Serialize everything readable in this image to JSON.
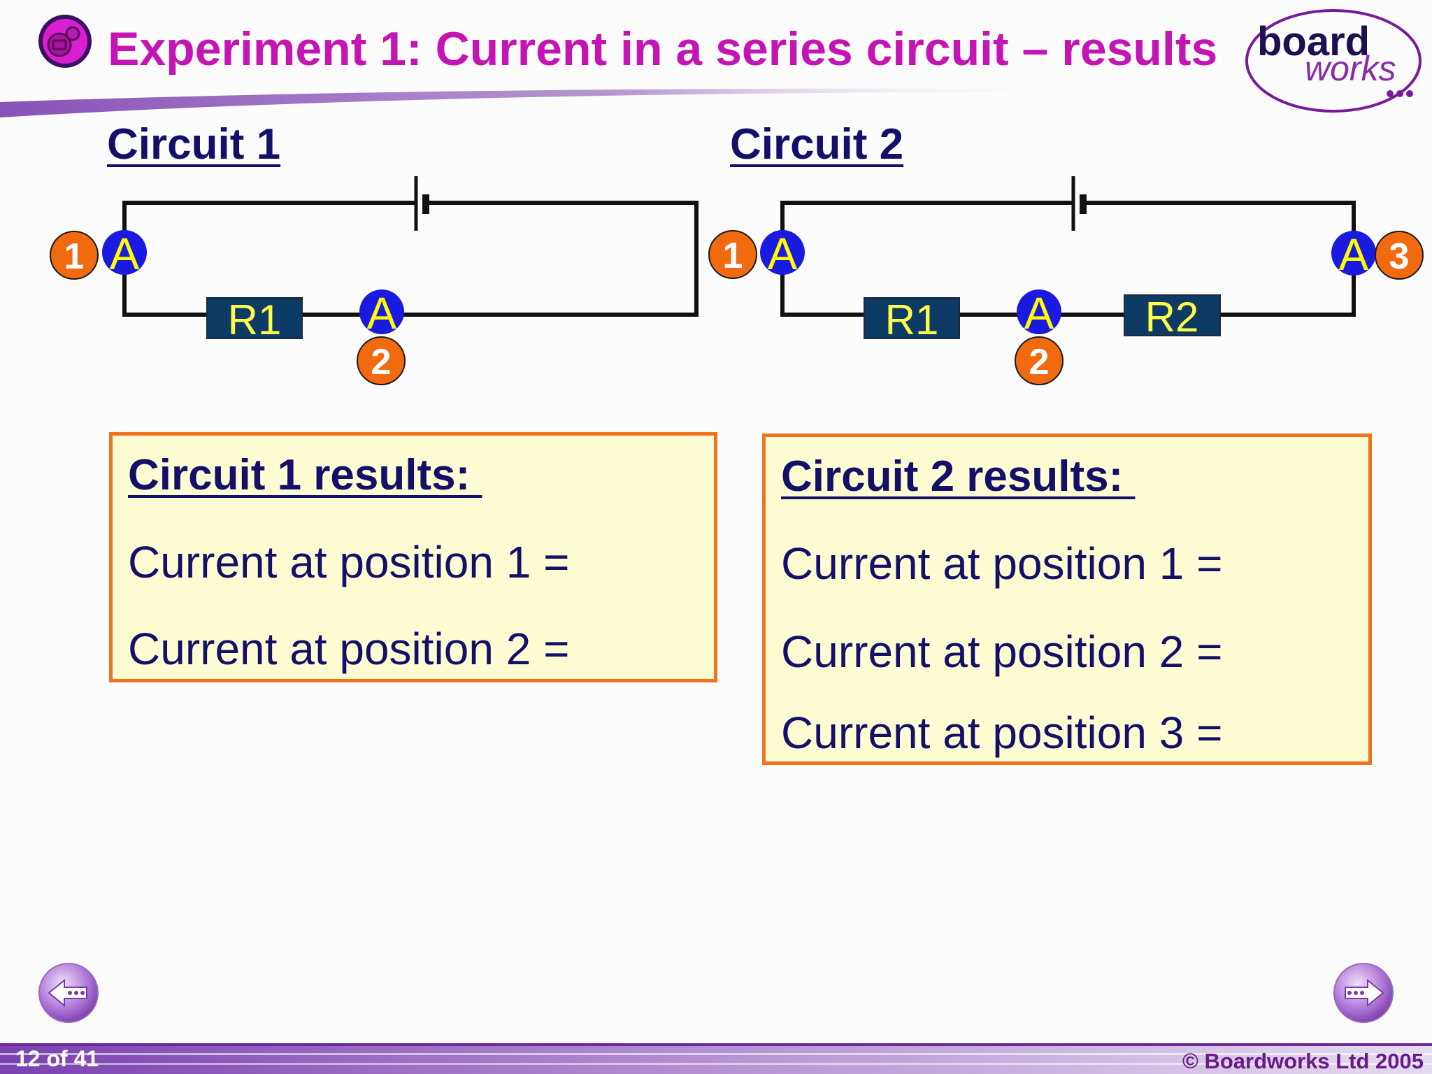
{
  "header": {
    "title": "Experiment 1: Current in a series circuit – results",
    "logo": {
      "line1": "board",
      "line2": "works"
    }
  },
  "circuits": {
    "circuit1": {
      "heading": "Circuit 1",
      "ammeter_symbol": "A",
      "resistor_label": "R1",
      "positions": [
        "1",
        "2"
      ]
    },
    "circuit2": {
      "heading": "Circuit 2",
      "ammeter_symbol": "A",
      "resistor_labels": [
        "R1",
        "R2"
      ],
      "positions": [
        "1",
        "2",
        "3"
      ]
    }
  },
  "results": {
    "circuit1": {
      "title": "Circuit 1 results: ",
      "lines": [
        "Current at position 1 =",
        "Current at position 2 ="
      ]
    },
    "circuit2": {
      "title": "Circuit 2 results: ",
      "lines": [
        "Current at position 1 =",
        "Current at position 2 =",
        "Current at position 3 ="
      ]
    }
  },
  "nav": {
    "prev_icon": "back-arrow-icon",
    "next_icon": "forward-arrow-icon"
  },
  "footer": {
    "slide_counter": "12 of 41",
    "copyright": "© Boardworks Ltd 2005"
  },
  "colors": {
    "title": "#c414b4",
    "heading": "#14106a",
    "ammeter": "#1a1ae0",
    "ammeter_text": "#ffff00",
    "position_badge": "#f26a10",
    "resistor": "#0d3b66",
    "resistor_text": "#ffff4a",
    "results_bg": "#fefcd2",
    "results_border": "#f2731e",
    "footer": "#8a52b8"
  }
}
